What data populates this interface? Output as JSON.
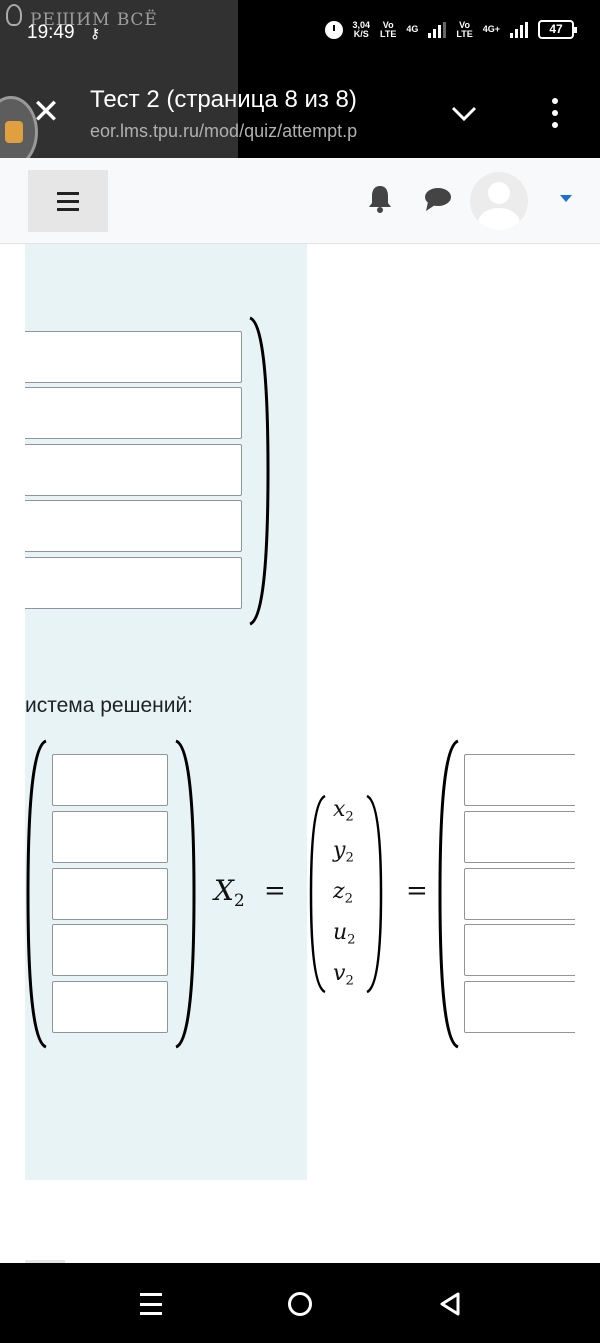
{
  "status_bar": {
    "time": "19:49",
    "key_glyph": "⚷",
    "watermark": "РЕШИМ ВСЁ",
    "net_speed_value": "3,04",
    "net_speed_unit": "K/S",
    "sim1_top": "Vo",
    "sim1_bottom": "LTE",
    "sim1_network": "4G",
    "sim2_top": "Vo",
    "sim2_bottom": "LTE",
    "sim2_network": "4G+",
    "battery": "47"
  },
  "browser": {
    "title": "Тест 2 (страница 8 из 8)",
    "url": "eor.lms.tpu.ru/mod/quiz/attempt.p",
    "close_glyph": "✕"
  },
  "question": {
    "system_label": "истема решений:",
    "vector_label": "X",
    "vector_index": "2",
    "equals": "=",
    "components": [
      {
        "letter": "x",
        "index": "2"
      },
      {
        "letter": "y",
        "index": "2"
      },
      {
        "letter": "z",
        "index": "2"
      },
      {
        "letter": "u",
        "index": "2"
      },
      {
        "letter": "v",
        "index": "2"
      }
    ],
    "matrix_top_inputs": [
      "",
      "",
      "",
      "",
      ""
    ],
    "matrix_left_inputs": [
      "",
      "",
      "",
      "",
      ""
    ],
    "matrix_right_inputs": [
      "",
      "",
      "",
      "",
      ""
    ]
  }
}
